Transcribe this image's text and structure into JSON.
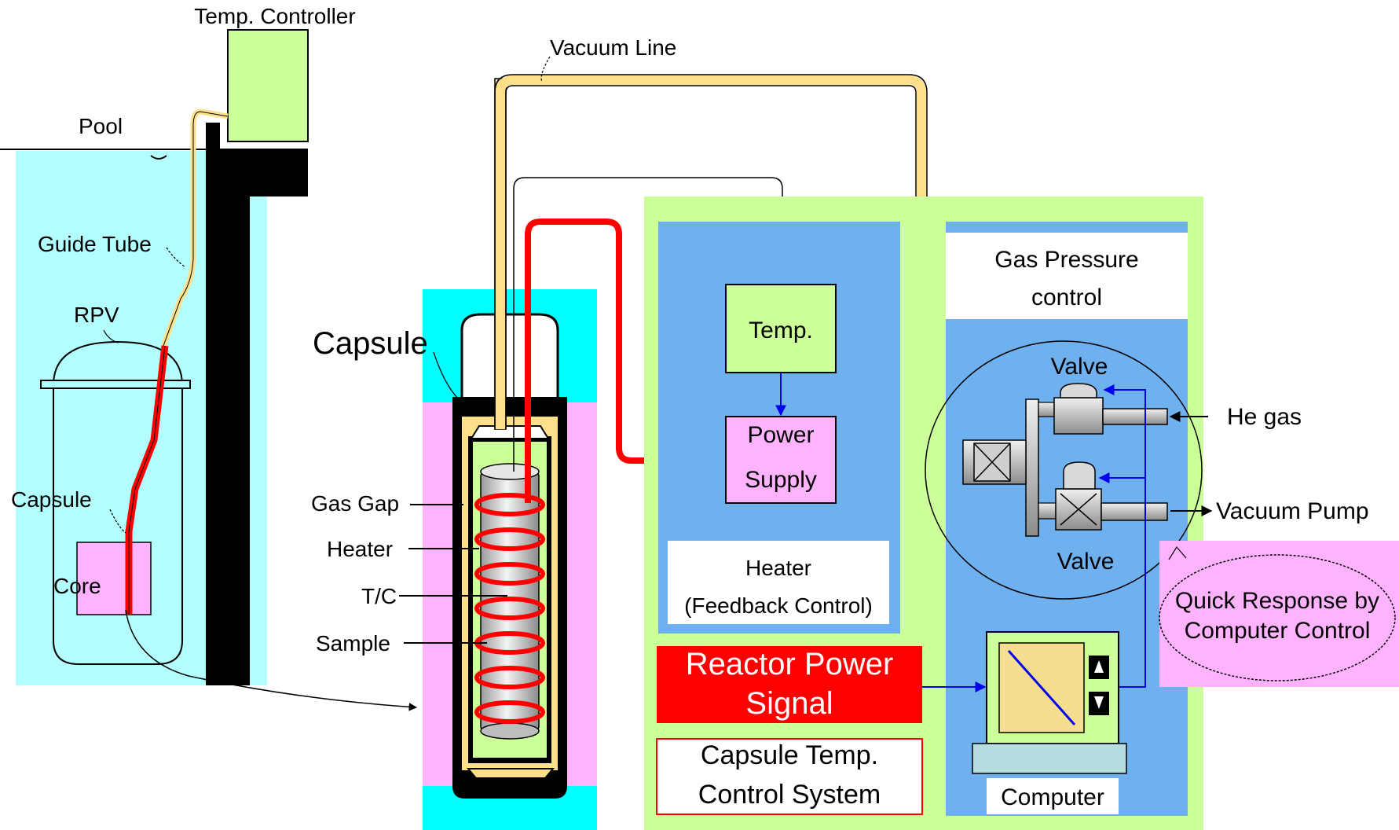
{
  "labels": {
    "temp_controller": "Temp. Controller",
    "pool": "Pool",
    "guide_tube": "Guide Tube",
    "rpv": "RPV",
    "capsule_left": "Capsule",
    "core": "Core",
    "capsule_title": "Capsule",
    "gas_gap": "Gas Gap",
    "heater_label": "Heater",
    "tc": "T/C",
    "sample": "Sample",
    "vacuum_line": "Vacuum Line",
    "temp_box": "Temp.",
    "power_supply_l1": "Power",
    "power_supply_l2": "Supply",
    "heater_fc_l1": "Heater",
    "heater_fc_l2": "(Feedback Control)",
    "reactor_power_l1": "Reactor Power",
    "reactor_power_l2": "Signal",
    "capsule_system_l1": "Capsule Temp.",
    "capsule_system_l2": "Control System",
    "gas_pressure_l1": "Gas Pressure",
    "gas_pressure_l2": "control",
    "valve_top": "Valve",
    "valve_bottom": "Valve",
    "he_gas": "He gas",
    "vacuum_pump": "Vacuum Pump",
    "quick_response_l1": "Quick Response by",
    "quick_response_l2": "Computer Control",
    "computer": "Computer"
  },
  "colors": {
    "pool_water": "#b3ffff",
    "capsule_water": "#00ffff",
    "pink": "#ffb3ff",
    "light_green": "#ccff99",
    "panel_blue": "#6fb0ee",
    "red_wire": "#ff0000",
    "tube": "#ffe08a",
    "computer_screen": "#f5de8f",
    "computer_base": "#b5dde0",
    "reactor_signal_red": "#ff0000"
  },
  "icons": [
    "valve-icon",
    "computer-icon",
    "heater-coil-icon",
    "sample-cylinder-icon"
  ]
}
